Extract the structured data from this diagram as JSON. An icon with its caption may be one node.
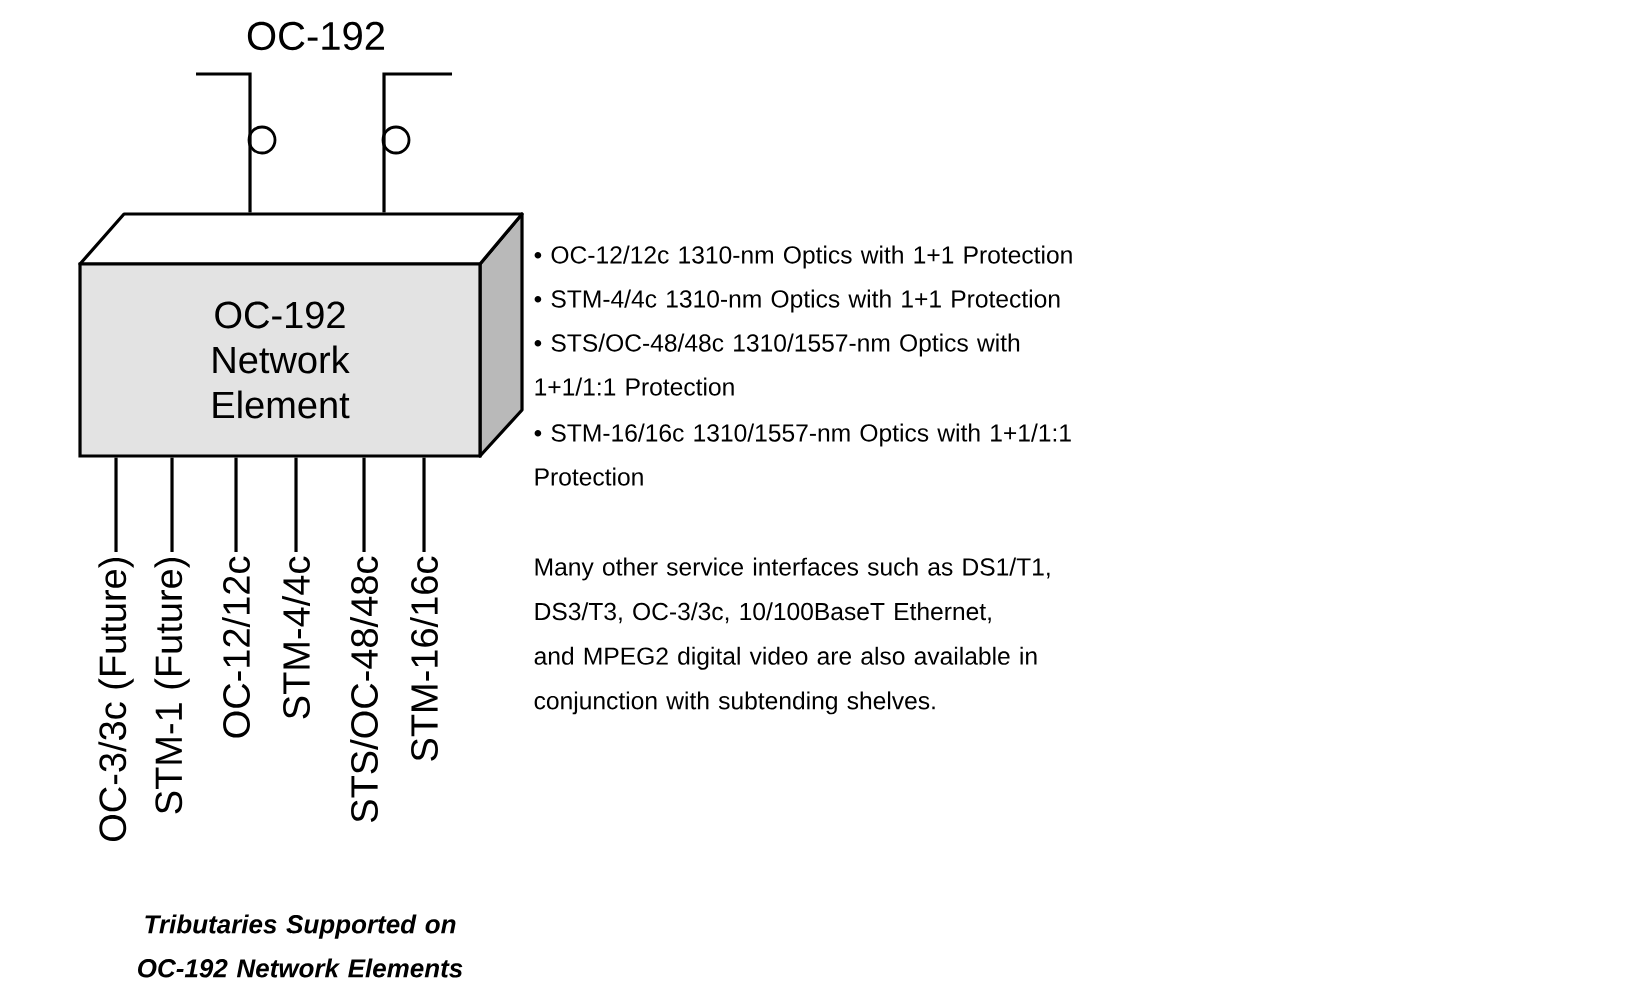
{
  "diagram": {
    "caption": "Tributaries Supported on OC-192 Network Elements",
    "nodes": [
      {
        "text": [
          "OC-192 Network Element"
        ]
      },
      {
        "text": [
          "OC-3/3c (Future)"
        ]
      },
      {
        "text": [
          "STM-1 (Future)"
        ]
      },
      {
        "text": [
          "OC-12/12c"
        ]
      },
      {
        "text": [
          "STM-4/4c"
        ]
      },
      {
        "text": [
          "STS/OC-48/48c"
        ]
      },
      {
        "text": [
          "STM-16/16c"
        ]
      }
    ],
    "edges": [
      {
        "from": 0,
        "to": null,
        "arrow": "none"
      },
      {
        "from": 0,
        "to": null,
        "arrow": "none"
      },
      {
        "from": 0,
        "to": 1,
        "arrow": "none"
      },
      {
        "from": 0,
        "to": 2,
        "arrow": "none"
      },
      {
        "from": 0,
        "to": 3,
        "arrow": "none"
      },
      {
        "from": 0,
        "to": 4,
        "arrow": "none"
      },
      {
        "from": 0,
        "to": 5,
        "arrow": "none"
      },
      {
        "from": 0,
        "to": 6,
        "arrow": "none"
      }
    ],
    "labels": [
      "OC-192",
      "• OC-12/12c 1310-nm Optics with 1+1 Protection",
      "• STM-4/4c 1310-nm Optics with 1+1 Protection",
      "• STS/OC-48/48c 1310/1557-nm Optics with 1+1/1:1 Protection",
      "• STM-16/16c 1310/1557-nm Optics with 1+1/1:1 Protection",
      "Many other service interfaces such as DS1/T1, DS3/T3, OC-3/3c, 10/100BaseT Ethernet, and MPEG2 digital video are also available in conjunction with subtending shelves."
    ]
  }
}
